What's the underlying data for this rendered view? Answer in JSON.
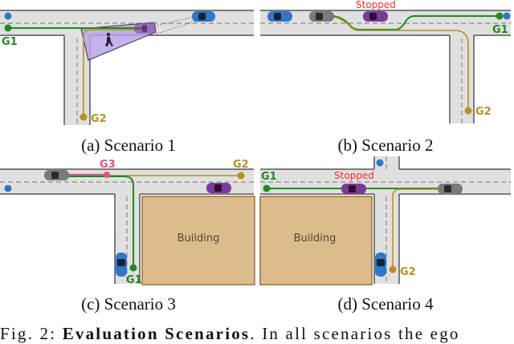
{
  "colors": {
    "road": "#e0e0e0",
    "curb": "#555555",
    "lane_dash": "#8a8a8a",
    "g1_green": "#1e8c1e",
    "g2_gold": "#b8901c",
    "g3_pink": "#e0528a",
    "ego_gray": "#7a7a7a",
    "blue_car": "#2f78c8",
    "purple_car": "#7a3a9a",
    "occlusion_purple": "#b9a6e6",
    "stopped_red": "#ff2a2a",
    "building": "#dcbb8c",
    "building_border": "#9c6e3c",
    "building_text": "#5a4630"
  },
  "panels": [
    {
      "id": "a",
      "caption": "(a) Scenario 1",
      "goals": [
        {
          "label": "G1"
        },
        {
          "label": "G2"
        }
      ],
      "vehicles": [
        "ego-gray-car",
        "occluded-purple-car",
        "blue-car",
        "blue-dot"
      ],
      "pedestrian": "pedestrian-icon"
    },
    {
      "id": "b",
      "caption": "(b) Scenario 2",
      "goals": [
        {
          "label": "G1"
        },
        {
          "label": "G2"
        }
      ],
      "stopped_label": "Stopped"
    },
    {
      "id": "c",
      "caption": "(c) Scenario 3",
      "goals": [
        {
          "label": "G1"
        },
        {
          "label": "G2"
        },
        {
          "label": "G3"
        }
      ],
      "building_label": "Building"
    },
    {
      "id": "d",
      "caption": "(d) Scenario 4",
      "goals": [
        {
          "label": "G1"
        },
        {
          "label": "G2"
        }
      ],
      "stopped_label": "Stopped",
      "building_label": "Building"
    }
  ],
  "figure_caption": {
    "prefix": "Fig. 2: ",
    "bold": "Evaluation Scenarios",
    "rest": ". In all scenarios the ego"
  }
}
